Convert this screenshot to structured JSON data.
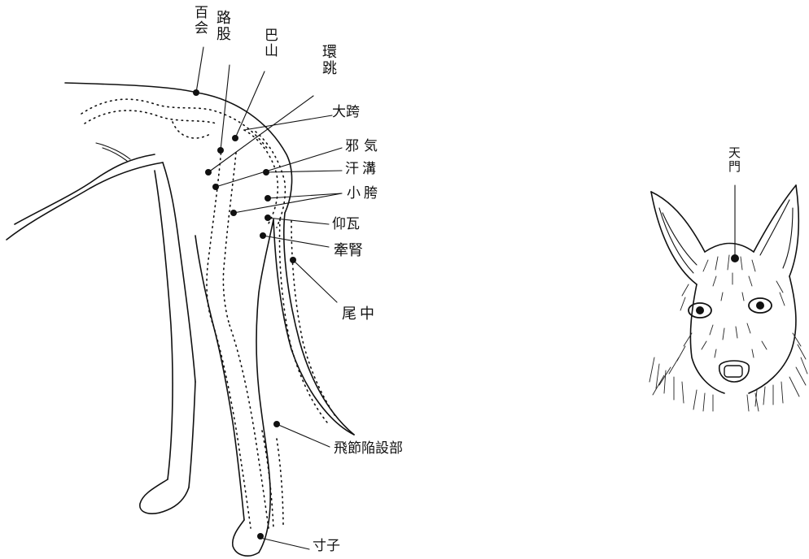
{
  "labels": {
    "baihui": "百会",
    "lugu": "路股",
    "bashan": "巴山",
    "huantiao": "環跳",
    "dakua": "大跨",
    "xieqi": "邪気",
    "hangou": "汗溝",
    "xiaokua": "小胯",
    "yangwa": "仰瓦",
    "qianshen": "牽腎",
    "weizhong": "尾中",
    "feijie": "飛節陥設部",
    "cunzi": "寸子",
    "tianmen": "天門"
  }
}
